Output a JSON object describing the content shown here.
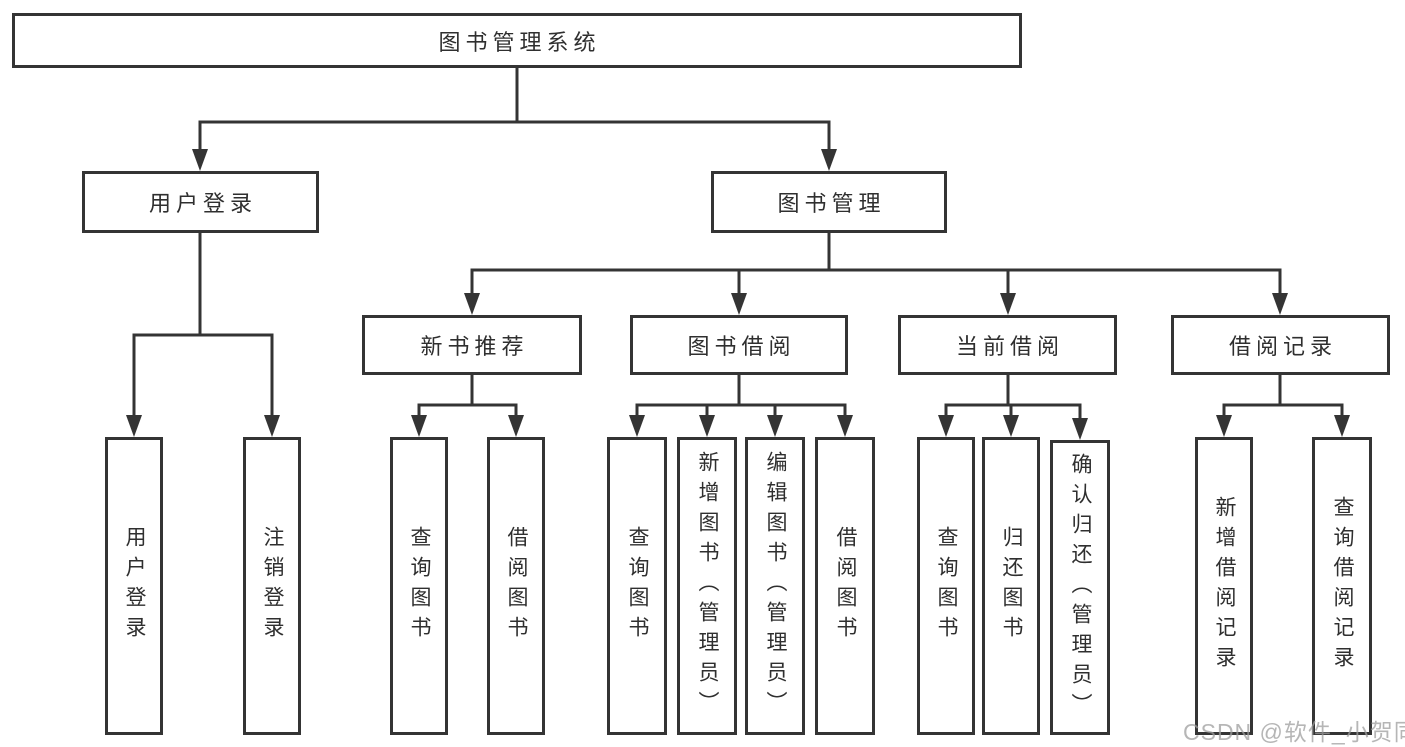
{
  "tree": {
    "label": "图书管理系统",
    "children": [
      {
        "label": "用户登录",
        "children": [
          {
            "label": "用户登录"
          },
          {
            "label": "注销登录"
          }
        ]
      },
      {
        "label": "图书管理",
        "children": [
          {
            "label": "新书推荐",
            "children": [
              {
                "label": "查询图书"
              },
              {
                "label": "借阅图书"
              }
            ]
          },
          {
            "label": "图书借阅",
            "children": [
              {
                "label": "查询图书"
              },
              {
                "label": "新增图书（管理员）"
              },
              {
                "label": "编辑图书（管理员）"
              },
              {
                "label": "借阅图书"
              }
            ]
          },
          {
            "label": "当前借阅",
            "children": [
              {
                "label": "查询图书"
              },
              {
                "label": "归还图书"
              },
              {
                "label": "确认归还（管理员）"
              }
            ]
          },
          {
            "label": "借阅记录",
            "children": [
              {
                "label": "新增借阅记录"
              },
              {
                "label": "查询借阅记录"
              }
            ]
          }
        ]
      }
    ]
  },
  "watermark": {
    "text": "CSDN @软件_小贺同学"
  },
  "colors": {
    "line": "#343434",
    "border": "#343434",
    "text": "#2f2f2f",
    "watermark": "#9e9e9e",
    "background": "#ffffff"
  }
}
